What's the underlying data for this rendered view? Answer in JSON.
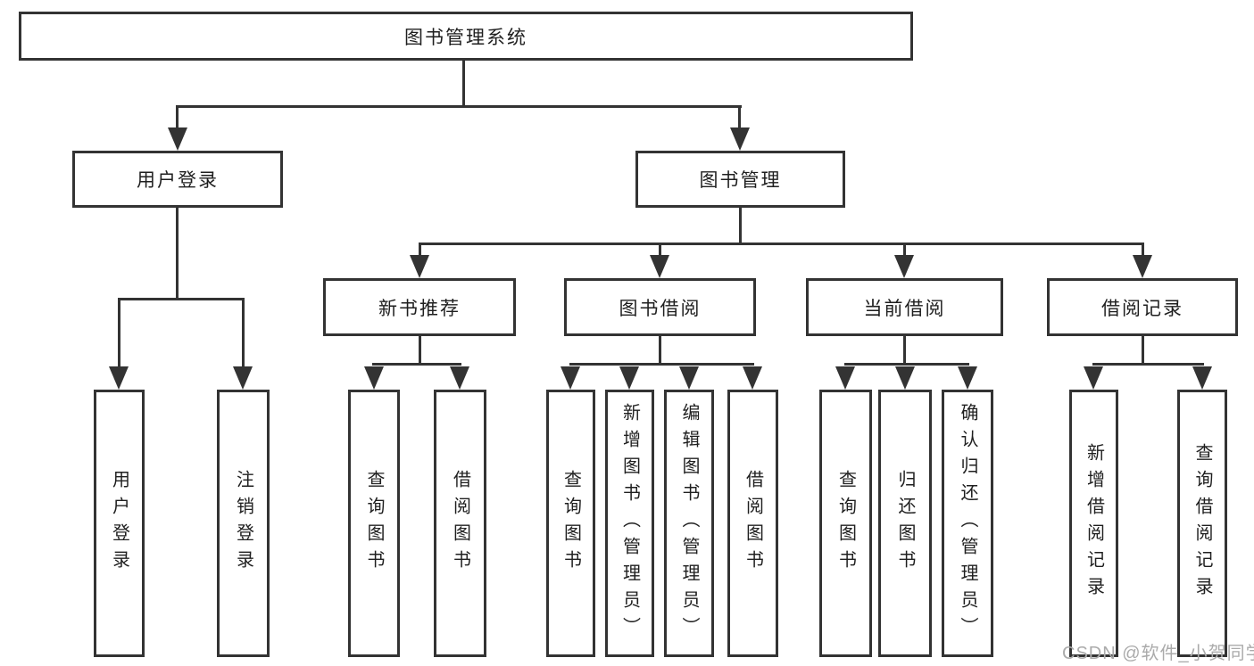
{
  "diagram": {
    "type": "hierarchy-tree",
    "tree": {
      "root": {
        "label": "图书管理系统",
        "children": [
          {
            "label": "用户登录",
            "children": [
              {
                "label": "用户登录"
              },
              {
                "label": "注销登录"
              }
            ]
          },
          {
            "label": "图书管理",
            "children": [
              {
                "label": "新书推荐",
                "children": [
                  {
                    "label": "查询图书"
                  },
                  {
                    "label": "借阅图书"
                  }
                ]
              },
              {
                "label": "图书借阅",
                "children": [
                  {
                    "label": "查询图书"
                  },
                  {
                    "label": "新增图书（管理员）"
                  },
                  {
                    "label": "编辑图书（管理员）"
                  },
                  {
                    "label": "借阅图书"
                  }
                ]
              },
              {
                "label": "当前借阅",
                "children": [
                  {
                    "label": "查询图书"
                  },
                  {
                    "label": "归还图书"
                  },
                  {
                    "label": "确认归还（管理员）"
                  }
                ]
              },
              {
                "label": "借阅记录",
                "children": [
                  {
                    "label": "新增借阅记录"
                  },
                  {
                    "label": "查询借阅记录"
                  }
                ]
              }
            ]
          }
        ]
      }
    },
    "watermark": "CSDN @软件_小贺同学",
    "colors": {
      "line": "#333333",
      "text": "#1f1f1f",
      "watermark": "#ababab",
      "background": "#ffffff"
    }
  }
}
